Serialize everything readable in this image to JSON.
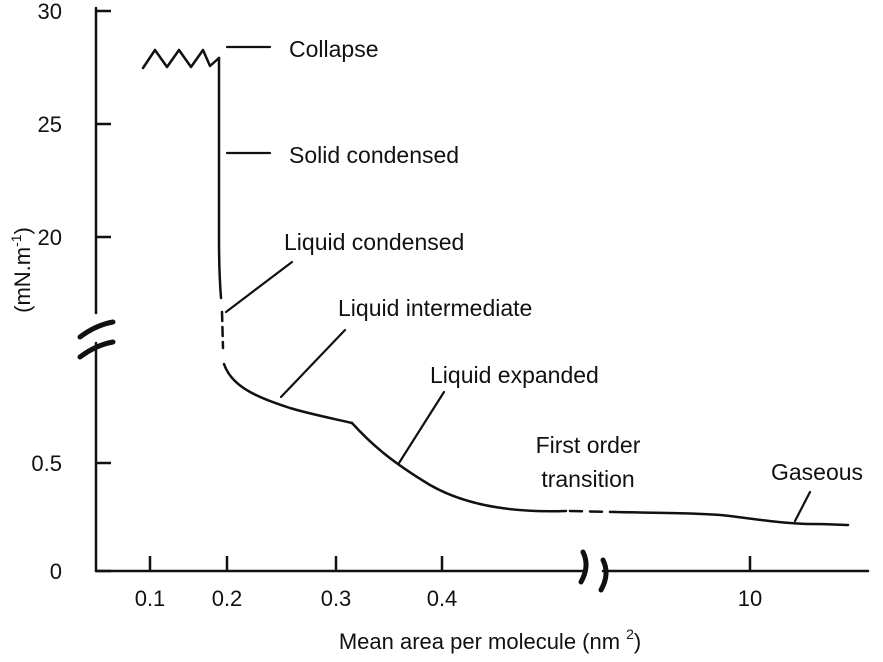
{
  "chart_data": {
    "type": "line",
    "title": "",
    "xlabel": "Mean area per molecule (nm",
    "xlabel_sup": "2",
    "xlabel_close": ")",
    "ylabel": "(mN.m",
    "ylabel_sup": "-1",
    "ylabel_close": ")",
    "y_ticks": [
      {
        "label": "30",
        "value": 30
      },
      {
        "label": "25",
        "value": 25
      },
      {
        "label": "20",
        "value": 20
      },
      {
        "label": "0.5",
        "value": 0.5
      },
      {
        "label": "0",
        "value": 0
      }
    ],
    "x_ticks": [
      {
        "label": "0.1",
        "value": 0.1
      },
      {
        "label": "0.2",
        "value": 0.2
      },
      {
        "label": "0.3",
        "value": 0.3
      },
      {
        "label": "0.4",
        "value": 0.4
      },
      {
        "label": "10",
        "value": 10
      }
    ],
    "axis_breaks": [
      "y",
      "x"
    ],
    "grid": false,
    "phases": [
      {
        "label": "Collapse"
      },
      {
        "label": "Solid condensed"
      },
      {
        "label": "Liquid condensed"
      },
      {
        "label": "Liquid intermediate"
      },
      {
        "label": "Liquid expanded"
      },
      {
        "label": "First order",
        "label2": "transition"
      },
      {
        "label": "Gaseous"
      }
    ],
    "color": "#111111"
  }
}
